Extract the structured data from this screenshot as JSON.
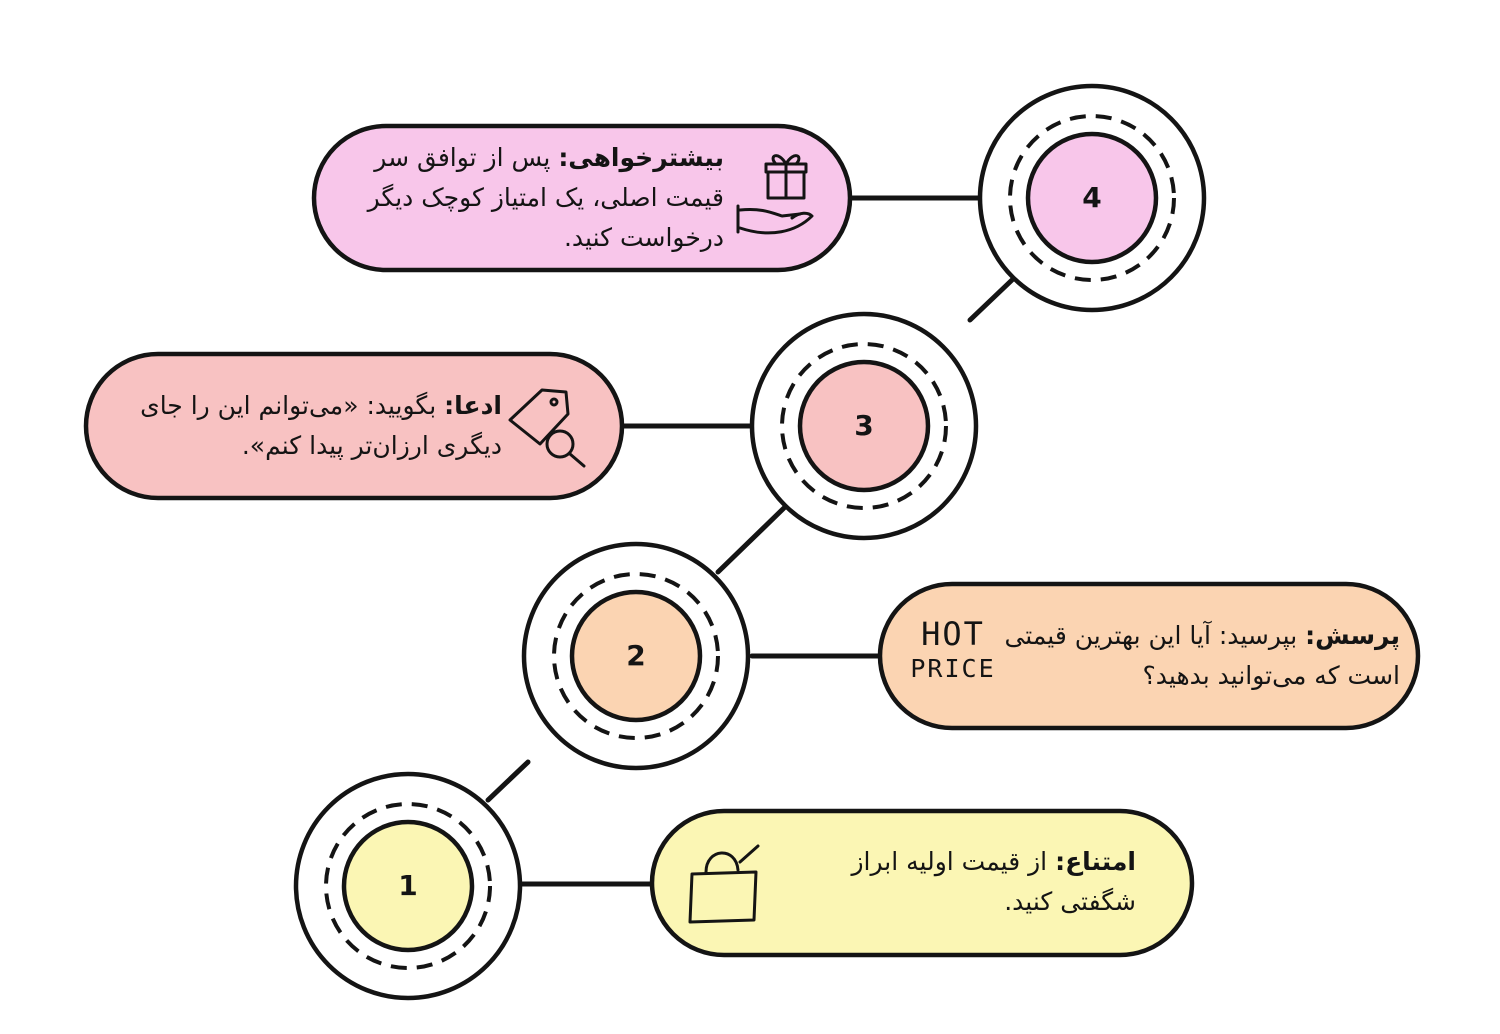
{
  "steps": [
    {
      "number": "1",
      "title": "امتناع:",
      "text": "از قیمت اولیه ابراز شگفتی کنید.",
      "color": "#fbf6b4",
      "icon": "shopping-bag-icon"
    },
    {
      "number": "2",
      "title": "پرسش:",
      "text": "بپرسید: آیا این بهترین قیمتی است که می‌توانید بدهید؟",
      "color": "#fbd4b2",
      "icon": "hot-price-icon"
    },
    {
      "number": "3",
      "title": "ادعا:",
      "text": "بگویید: «می‌توانم این را جای دیگری ارزان‌تر پیدا کنم».",
      "color": "#f8c2c2",
      "icon": "price-tag-search-icon"
    },
    {
      "number": "4",
      "title": "بیشترخواهی:",
      "text": "پس از توافق سر قیمت اصلی، یک امتیاز کوچک دیگر درخواست کنید.",
      "color": "#f8c6ea",
      "icon": "gift-in-hand-icon"
    }
  ],
  "hot_price_icon": {
    "line1": "HOT",
    "line2": "PRICE"
  },
  "outline_color": "#141414"
}
